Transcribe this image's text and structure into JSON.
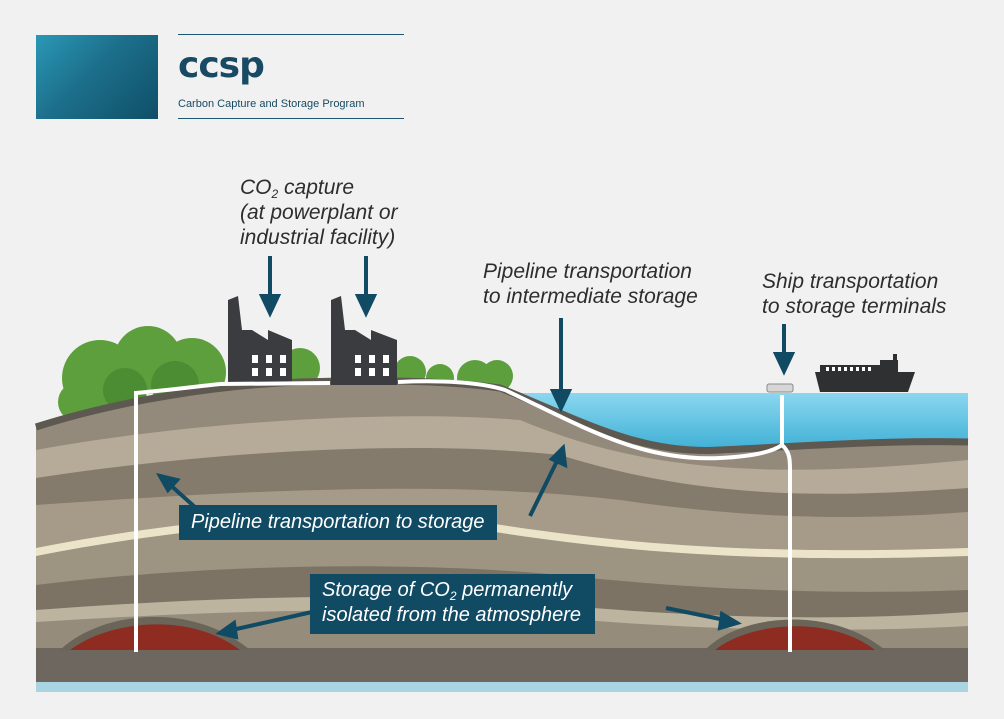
{
  "brand": {
    "name": "ccsp",
    "subtitle": "Carbon Capture and Storage Program"
  },
  "labels": {
    "capture": {
      "line1_prefix": "CO",
      "line1_sub": "2",
      "line1_suffix": " capture",
      "line2": "(at powerplant or",
      "line3": "industrial facility)"
    },
    "pipeline_intermediate": {
      "line1": "Pipeline transportation",
      "line2": "to intermediate storage"
    },
    "ship": {
      "line1": "Ship transportation",
      "line2": "to storage terminals"
    },
    "pipeline_storage": "Pipeline transportation to storage",
    "storage": {
      "line1_prefix": "Storage of CO",
      "line1_sub": "2",
      "line1_suffix": " permanently",
      "line2": "isolated from the atmosphere"
    }
  },
  "colors": {
    "background": "#f1f1f1",
    "brand": "#184a63",
    "label_box": "#114a63",
    "sea": "#5bbfe0",
    "trees": "#5a9e3c",
    "factory": "#3a3c3f",
    "reservoir": "#8b2b22",
    "bedrock_strip": "#a9d4e2"
  },
  "icons": [
    "factory-icon",
    "ship-icon",
    "tree-icon",
    "terminal-icon"
  ]
}
